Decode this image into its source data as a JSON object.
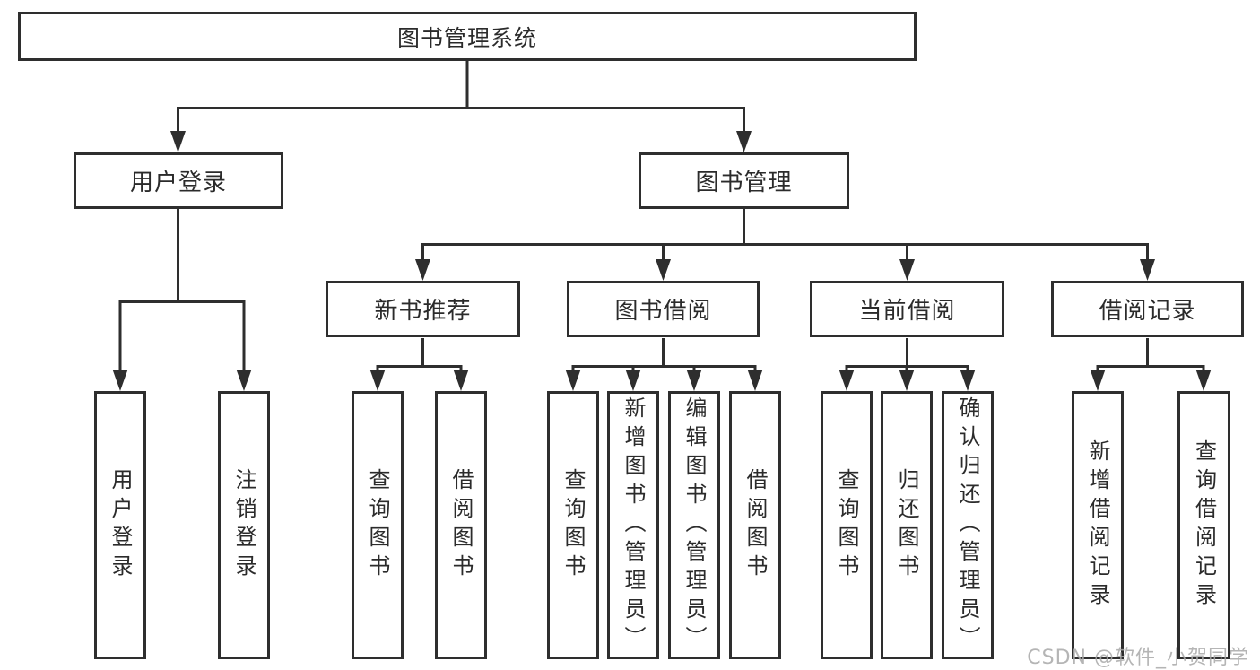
{
  "root": {
    "label": "图书管理系统"
  },
  "branches": [
    {
      "label": "用户登录",
      "children": [
        {
          "label": "用户登录"
        },
        {
          "label": "注销登录"
        }
      ]
    },
    {
      "label": "图书管理",
      "sections": [
        {
          "label": "新书推荐",
          "children": [
            {
              "label": "查询图书"
            },
            {
              "label": "借阅图书"
            }
          ]
        },
        {
          "label": "图书借阅",
          "children": [
            {
              "label": "查询图书"
            },
            {
              "label": "新增图书（管理员）"
            },
            {
              "label": "编辑图书（管理员）"
            },
            {
              "label": "借阅图书"
            }
          ]
        },
        {
          "label": "当前借阅",
          "children": [
            {
              "label": "查询图书"
            },
            {
              "label": "归还图书"
            },
            {
              "label": "确认归还（管理员）"
            }
          ]
        },
        {
          "label": "借阅记录",
          "children": [
            {
              "label": "新增借阅记录"
            },
            {
              "label": "查询借阅记录"
            }
          ]
        }
      ]
    }
  ],
  "watermark": "CSDN @软件_小贺同学",
  "colors": {
    "background": "#ffffff",
    "box_border": "#2e2e2e",
    "line": "#2e2e2e",
    "text": "#2b2b2b",
    "watermark": "#a9a9a9"
  }
}
